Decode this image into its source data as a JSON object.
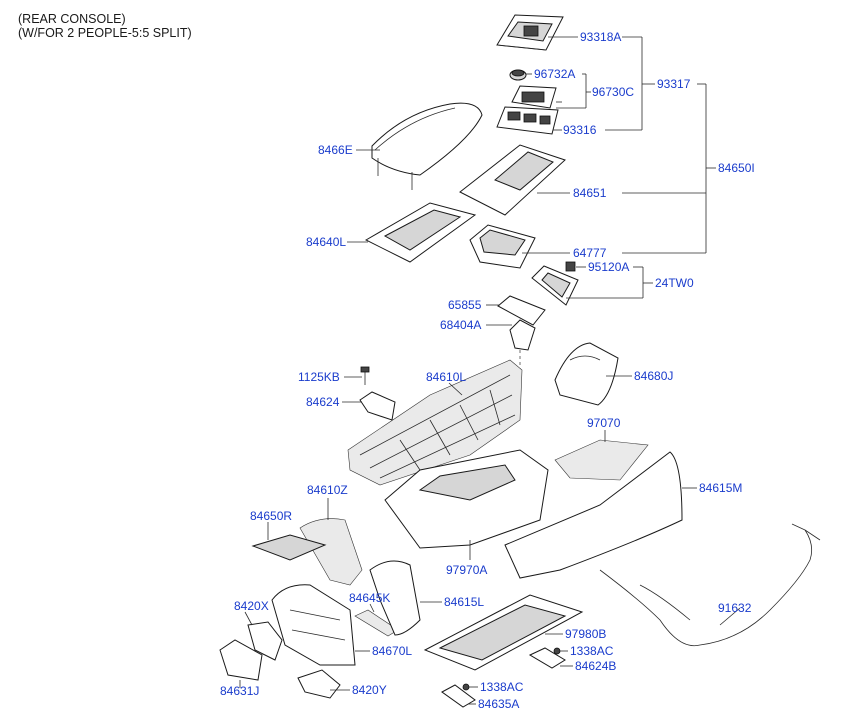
{
  "title_lines": [
    "(REAR CONSOLE)",
    "(W/FOR 2 PEOPLE-5:5 SPLIT)"
  ],
  "labels": {
    "p93318A": "93318A",
    "p96732A": "96732A",
    "p96730C": "96730C",
    "p93317": "93317",
    "p93316": "93316",
    "p8466E": "8466E",
    "p84651": "84651",
    "p84650I": "84650I",
    "p84640L": "84640L",
    "p64777": "64777",
    "p95120A": "95120A",
    "p24TW0": "24TW0",
    "p65855": "65855",
    "p68404A": "68404A",
    "p1125KB": "1125KB",
    "p84610L": "84610L",
    "p84680J": "84680J",
    "p84624": "84624",
    "p97070": "97070",
    "p84615M": "84615M",
    "p84610Z": "84610Z",
    "p84650R": "84650R",
    "p97970A": "97970A",
    "p8420X": "8420X",
    "p84645K": "84645K",
    "p84615L": "84615L",
    "p84670L": "84670L",
    "p97980B": "97980B",
    "p1338AC_a": "1338AC",
    "p84624B": "84624B",
    "p91632": "91632",
    "p84631J": "84631J",
    "p8420Y": "8420Y",
    "p1338AC_b": "1338AC",
    "p84635A": "84635A"
  },
  "colors": {
    "label": "#1a3ccc",
    "line": "#2a2a2a"
  }
}
